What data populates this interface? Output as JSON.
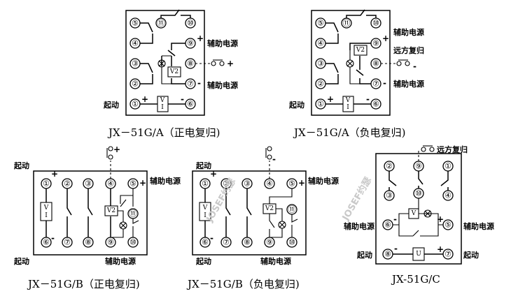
{
  "captions": {
    "a_pos": "JX－51G/A（正电复归)",
    "a_neg": "JX－51G/A（负电复归)",
    "b_pos": "JX－51G/B（正电复归)",
    "b_neg": "JX－51G/B（负电复归)",
    "c": "JX-51G/C"
  },
  "labels": {
    "start": "起动",
    "aux_power": "辅助电源",
    "remote_reset": "远方复归"
  },
  "terminals": [
    "①",
    "②",
    "③",
    "④",
    "⑤",
    "⑥",
    "⑦",
    "⑧",
    "⑨",
    "⑩",
    "⑪"
  ],
  "signs": {
    "plus": "+",
    "minus": "-"
  },
  "coil": {
    "top": "V",
    "bottom": "I",
    "v2": "V2",
    "u": "U"
  },
  "watermark": "JOSEF约瑟"
}
